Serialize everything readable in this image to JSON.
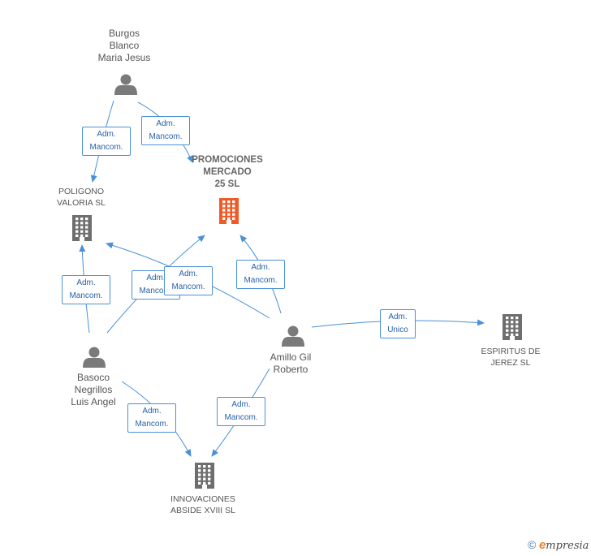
{
  "colors": {
    "edge": "#4a90d9",
    "person": "#7a7a7a",
    "company": "#6e6e6e",
    "main_company": "#f05a28"
  },
  "nodes": {
    "burgos": {
      "lines": [
        "Burgos",
        "Blanco",
        "Maria Jesus"
      ],
      "icon": "person-icon"
    },
    "poligono": {
      "lines": [
        "POLIGONO",
        "VALORIA SL"
      ],
      "icon": "building-icon"
    },
    "promociones": {
      "lines": [
        "PROMOCIONES",
        "MERCADO",
        "25 SL"
      ],
      "icon": "building-icon"
    },
    "basoco": {
      "lines": [
        "Basoco",
        "Negrillos",
        "Luis Angel"
      ],
      "icon": "person-icon"
    },
    "amillo": {
      "lines": [
        "Amillo Gil",
        "Roberto"
      ],
      "icon": "person-icon"
    },
    "espiritus": {
      "lines": [
        "ESPIRITUS DE",
        "JEREZ SL"
      ],
      "icon": "building-icon"
    },
    "innovaciones": {
      "lines": [
        "INNOVACIONES",
        "ABSIDE XVIII SL"
      ],
      "icon": "building-icon"
    }
  },
  "edge_labels": {
    "e1": [
      "Adm.",
      "Mancom."
    ],
    "e2": [
      "Adm.",
      "Mancom."
    ],
    "e3": [
      "Adm.",
      "Mancom."
    ],
    "e4": [
      "Adm.",
      "Mancom."
    ],
    "e5": [
      "Adm.",
      "Mancom."
    ],
    "e6": [
      "Adm.",
      "Mancom."
    ],
    "e7": [
      "Adm.",
      "Unico"
    ],
    "e8": [
      "Adm.",
      "Mancom."
    ],
    "e9": [
      "Adm.",
      "Mancom."
    ]
  },
  "footer": {
    "copyright": "©",
    "brand_initial": "e",
    "brand_rest": "mpresia"
  }
}
